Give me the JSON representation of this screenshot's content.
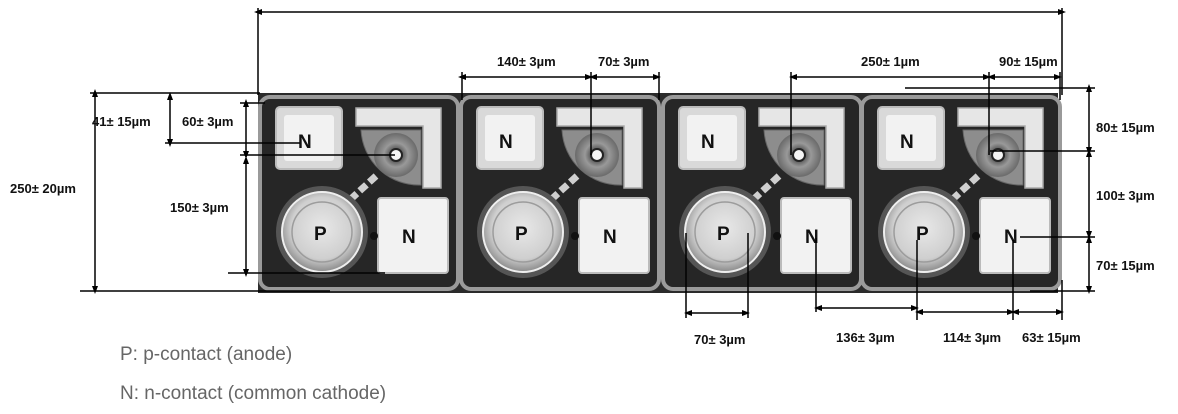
{
  "pad_labels": {
    "p": "P",
    "n": "N"
  },
  "dimensions": {
    "total_height": "250± 20µm",
    "n_pad_top_offset": "41± 15µm",
    "n_pad_height": "60± 3µm",
    "pitch_vertical": "150± 3µm",
    "top_pitch_1": "140± 3µm",
    "top_pitch_2": "70± 3µm",
    "top_pitch_3": "250± 1µm",
    "top_pitch_4": "90± 15µm",
    "right_1": "80± 15µm",
    "right_2": "100± 3µm",
    "right_3": "70± 15µm",
    "bottom_1": "70± 3µm",
    "bottom_2": "136± 3µm",
    "bottom_3": "114± 3µm",
    "bottom_4": "63± 15µm"
  },
  "legend": {
    "p": "P: p-contact (anode)",
    "n": "N: n-contact (common cathode)"
  },
  "colors": {
    "chip_body": "#2b2b2b",
    "chip_border": "#9a9a9a",
    "pad_fill": "#f2f2f2",
    "dim_line": "#000000",
    "legend_text": "#666666"
  }
}
